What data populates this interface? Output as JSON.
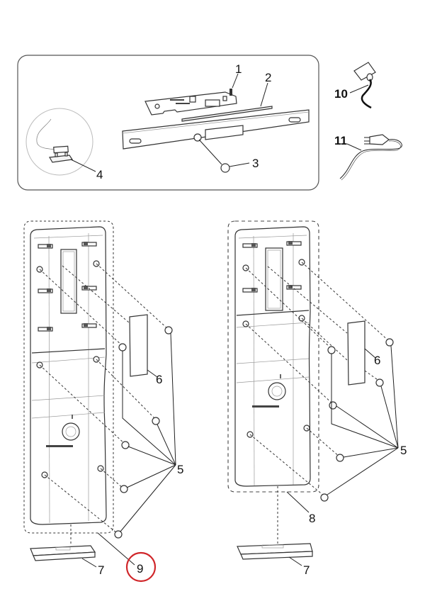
{
  "diagram": {
    "type": "exploded-parts-diagram",
    "callouts": {
      "c1": "1",
      "c2": "2",
      "c3": "3",
      "c4": "4",
      "c5_left": "5",
      "c5_right": "5",
      "c6_left": "6",
      "c6_right": "6",
      "c7_left": "7",
      "c7_right": "7",
      "c8": "8",
      "c9": "9",
      "c10": "10",
      "c11": "11"
    },
    "highlight": {
      "callout": "9",
      "color": "#d0262a"
    },
    "colors": {
      "line": "#333333",
      "panel_border": "#555555"
    }
  }
}
